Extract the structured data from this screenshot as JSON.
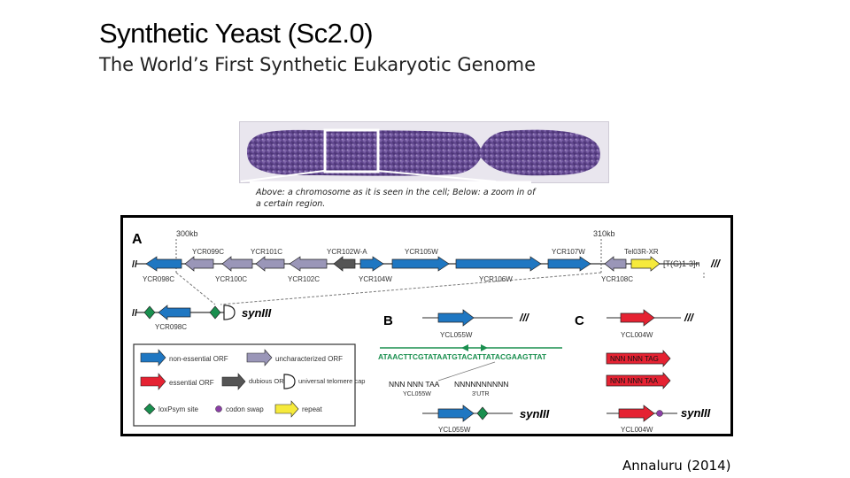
{
  "slide": {
    "title": "Synthetic Yeast (Sc2.0)",
    "subtitle": "The World’s First Synthetic Eukaryotic Genome",
    "caption": "Above: a chromosome as it is seen in the cell; Below: a zoom in of a certain region.",
    "credit": "Annaluru (2014)"
  },
  "figure": {
    "panel_a": {
      "letter": "A",
      "left_coord": "300kb",
      "right_coord": "310kb",
      "top_genes": [
        "YCR099C",
        "YCR101C",
        "YCR102W-A",
        "YCR105W",
        "YCR107W",
        "Tel03R-XR"
      ],
      "bottom_genes": [
        "YCR098C",
        "YCR100C",
        "YCR102C",
        "YCR104W",
        "YCR106W",
        "YCR108C"
      ],
      "repeat_label": "[T(G)1-3]n",
      "end_mark": "///",
      "start_mark": "//",
      "syn_gene": "YCR098C",
      "syn_label": "synIII"
    },
    "legend": {
      "items": [
        "non-essential ORF",
        "uncharacterized ORF",
        "essential ORF",
        "dubious ORF",
        "universal telomere cap",
        "loxPsym site",
        "codon swap",
        "repeat"
      ],
      "colors": {
        "non_essential": "#1f77c2",
        "uncharacterized": "#9a96b8",
        "essential": "#e52232",
        "dubious": "#555555",
        "loxp": "#1a8f4f",
        "codon": "#8b3fa6",
        "repeat": "#f6ea3c"
      }
    },
    "panel_b": {
      "letter": "B",
      "gene": "YCL055W",
      "mark": "///",
      "loxp_seq": "ATAACTTCGTATAATGTACATTATACGAAGTTAT",
      "stop_seq": "NNN NNN TAA",
      "utr_seq": "NNNNNNNNNN",
      "utr_label": "3'UTR",
      "gene_small": "YCL055W",
      "syn_label": "synIII"
    },
    "panel_c": {
      "letter": "C",
      "gene": "YCL004W",
      "mark": "///",
      "seq_top": "NNN NNN TAG",
      "seq_bottom": "NNN NNN TAA",
      "syn_label": "synIII"
    }
  }
}
